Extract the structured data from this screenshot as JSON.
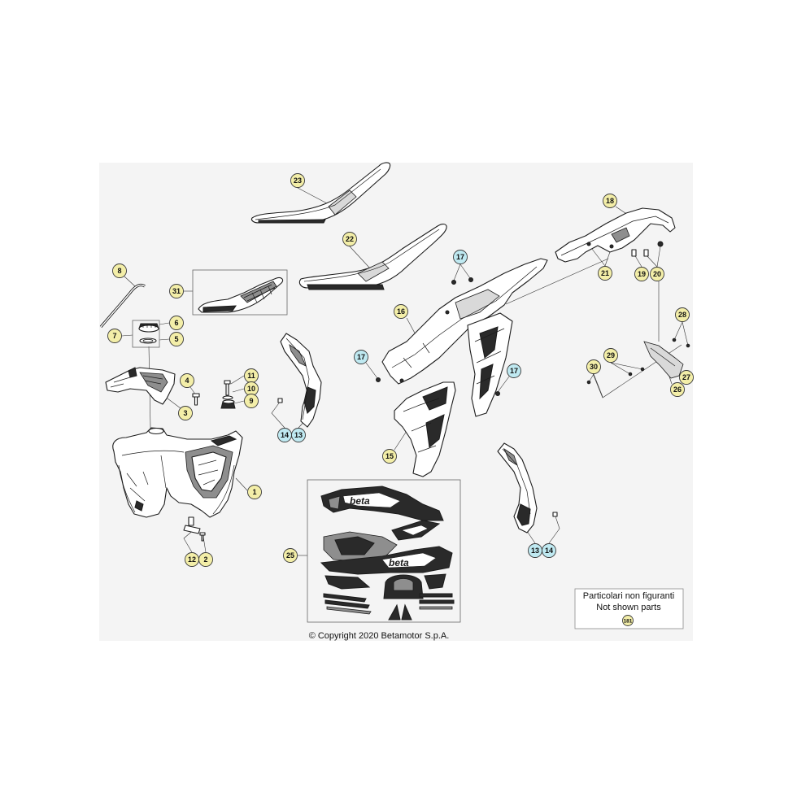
{
  "colors": {
    "part_callout": "#f3eea8",
    "hardware_callout": "#bfe9f1",
    "panel_background": "#f4f4f4"
  },
  "callouts": [
    {
      "label": "23"
    },
    {
      "label": "22"
    },
    {
      "label": "31"
    },
    {
      "label": "8"
    },
    {
      "label": "6"
    },
    {
      "label": "7"
    },
    {
      "label": "5"
    },
    {
      "label": "4"
    },
    {
      "label": "3"
    },
    {
      "label": "11"
    },
    {
      "label": "10"
    },
    {
      "label": "9"
    },
    {
      "label": "1"
    },
    {
      "label": "12"
    },
    {
      "label": "2"
    },
    {
      "label": "14"
    },
    {
      "label": "13"
    },
    {
      "label": "17"
    },
    {
      "label": "17"
    },
    {
      "label": "17"
    },
    {
      "label": "16"
    },
    {
      "label": "15"
    },
    {
      "label": "18"
    },
    {
      "label": "21"
    },
    {
      "label": "19"
    },
    {
      "label": "20"
    },
    {
      "label": "28"
    },
    {
      "label": "29"
    },
    {
      "label": "30"
    },
    {
      "label": "27"
    },
    {
      "label": "26"
    },
    {
      "label": "25"
    },
    {
      "label": "13"
    },
    {
      "label": "14"
    }
  ],
  "decals": {
    "logo": "beta"
  },
  "note": {
    "line1": "Particolari non figuranti",
    "line2": "Not shown parts",
    "ref": "181"
  },
  "copyright": "© Copyright 2020 Betamotor S.p.A."
}
